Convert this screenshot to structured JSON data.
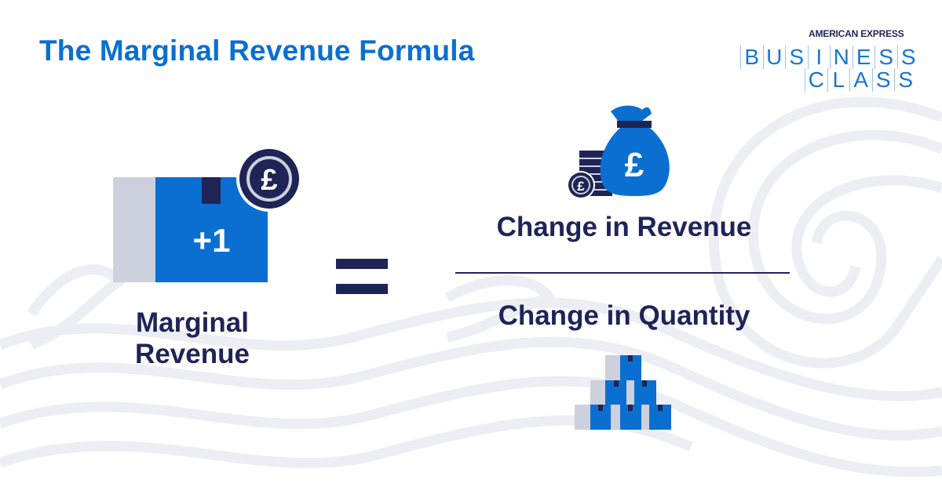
{
  "title": "The Marginal Revenue Formula",
  "logo": {
    "brand": "AMERICAN EXPRESS",
    "line1": [
      "B",
      "U",
      "S",
      "I",
      "N",
      "E",
      "S",
      "S"
    ],
    "line2": [
      "C",
      "L",
      "A",
      "S",
      "S"
    ]
  },
  "left": {
    "box_label": "+1",
    "currency_symbol": "£",
    "label_line1": "Marginal",
    "label_line2": "Revenue"
  },
  "numerator": {
    "currency_symbol": "£",
    "label": "Change in Revenue"
  },
  "denominator": {
    "label": "Change in Quantity"
  },
  "colors": {
    "blue": "#0a6fd1",
    "navy": "#1f2457",
    "grey": "#cdd1dd",
    "swirl": "#eceef4"
  }
}
